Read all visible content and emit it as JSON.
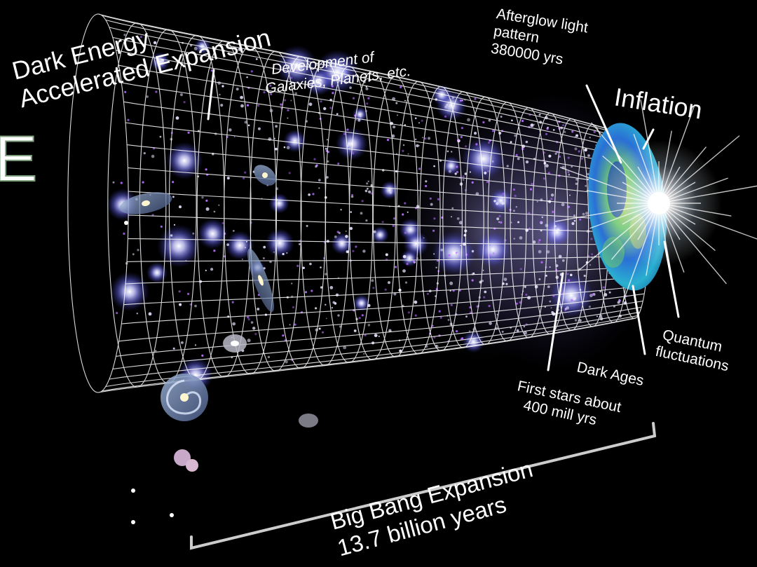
{
  "labels": {
    "dark_energy": [
      "Dark Energy",
      "Accelerated Expansion"
    ],
    "development": [
      "Development of",
      "Galaxies, Planets, etc."
    ],
    "afterglow": [
      "Afterglow light",
      "pattern",
      "380000 yrs"
    ],
    "inflation": "Inflation",
    "quantum": [
      "Quantum",
      "fluctuations"
    ],
    "dark_ages": "Dark Ages",
    "first_stars": [
      "First stars about",
      "400 mill yrs"
    ],
    "big_bang": [
      "Big Bang Expansion",
      "13.7 billion years"
    ],
    "edge_letter": "E"
  },
  "colors": {
    "background": "#000000",
    "grid": "#ffffff",
    "text": "#ffffff",
    "galaxy_glow": "#8a8cff",
    "cmb_blue": "#2a6fd6",
    "cmb_green": "#6ec86a",
    "cmb_yellow": "#d8d85a"
  }
}
